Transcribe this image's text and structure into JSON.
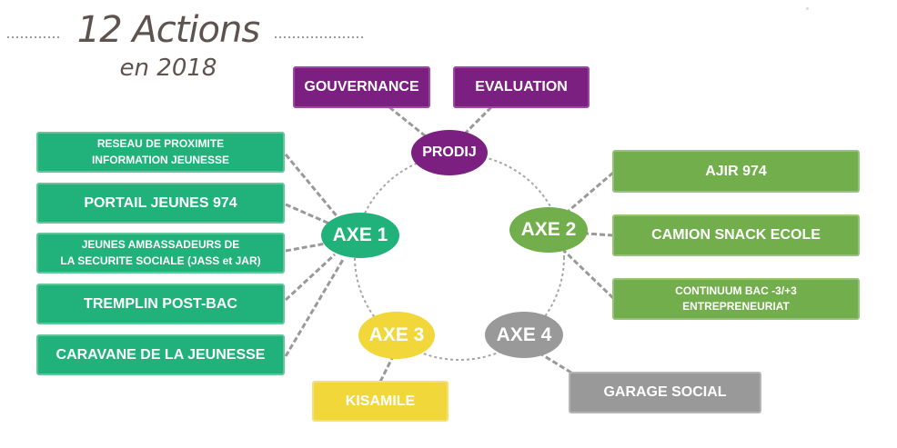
{
  "header": {
    "title": "12 Actions",
    "subtitle": "en 2018"
  },
  "colors": {
    "axe1": "#21b17a",
    "axe2": "#72ae4c",
    "axe3": "#f2d73a",
    "axe4": "#999999",
    "prodij": "#7b1f81",
    "connector": "#999999",
    "title": "#5d5450"
  },
  "hubs": {
    "prodij": "PRODIJ",
    "axe1": "AXE 1",
    "axe2": "AXE 2",
    "axe3": "AXE 3",
    "axe4": "AXE 4"
  },
  "prodij_actions": [
    "GOUVERNANCE",
    "EVALUATION"
  ],
  "axe1_actions": {
    "reseau": [
      "RESEAU DE PROXIMITE",
      "INFORMATION JEUNESSE"
    ],
    "portail": "PORTAIL JEUNES 974",
    "jass": [
      "JEUNES AMBASSADEURS DE",
      "LA SECURITE SOCIALE (JASS et JAR)"
    ],
    "tremplin": "TREMPLIN POST-BAC",
    "caravane": "CARAVANE DE LA JEUNESSE"
  },
  "axe2_actions": {
    "ajir": "AJIR 974",
    "camion": "CAMION SNACK ECOLE",
    "continuum": [
      "CONTINUUM BAC -3/+3",
      "ENTREPRENEURIAT"
    ]
  },
  "axe3_actions": [
    "KISAMILE"
  ],
  "axe4_actions": [
    "GARAGE SOCIAL"
  ]
}
